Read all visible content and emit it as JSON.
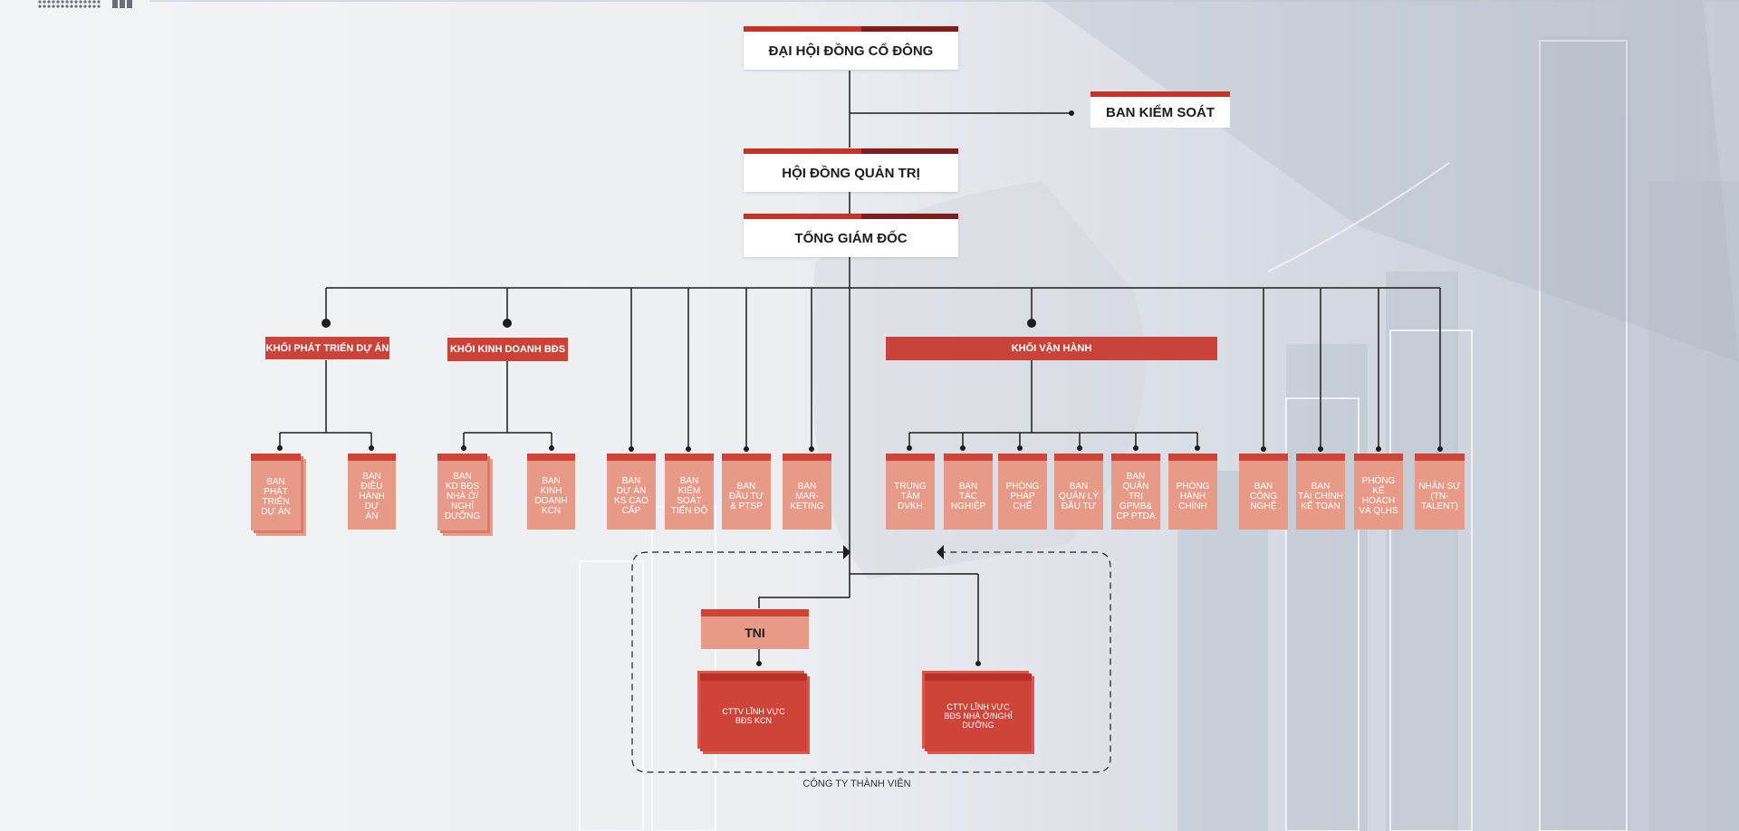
{
  "colors": {
    "accent": "#c9433a",
    "dark_accent": "#7a1f1c",
    "unit_fill": "#e79a87"
  },
  "top": {
    "shareholders": "ĐẠI HỘI ĐỒNG CỔ ĐÔNG",
    "supervisory": "BAN KIỂM SOÁT",
    "board": "HỘI ĐỒNG QUẢN TRỊ",
    "ceo": "TỔNG GIÁM ĐỐC"
  },
  "blocks": {
    "project_dev": "KHỐI PHÁT TRIỂN DỰ ÁN",
    "real_estate": "KHỐI KINH DOANH BĐS",
    "operations": "KHỐI VẬN HÀNH"
  },
  "units": {
    "u1": "BAN\nPHÁT TRIỂN\nDỰ ÁN",
    "u2": "BAN\nĐIỀU\nHÀNH\nDỰ\nÁN",
    "u3": "BAN\nKD BĐS\nNHÀ Ở/\nNGHỈ\nDƯỠNG",
    "u4": "BAN\nKINH\nDOANH\nKCN",
    "u5": "BAN\nDỰ ÁN\nKS CAO\nCẤP",
    "u6": "BAN\nKIỂM\nSOÁT\nTIẾN ĐỘ",
    "u7": "BAN\nĐẦU TƯ\n& PTSP",
    "u8": "BAN\nMAR-\nKETING",
    "u9": "TRUNG\nTÂM\nDVKH",
    "u10": "BAN\nTÁC\nNGHIỆP",
    "u11": "PHÒNG\nPHÁP\nCHẾ",
    "u12": "BAN\nQUẢN LÝ\nĐẦU TƯ",
    "u13": "BAN\nQUẢN\nTRỊ\nGPMB&\nCP PTDA",
    "u14": "PHÒNG\nHÀNH\nCHÍNH",
    "u15": "BAN\nCÔNG\nNGHỆ",
    "u16": "BAN\nTÀI CHÍNH\nKẾ TOÁN",
    "u17": "PHÒNG\nKẾ\nHOẠCH\nVÀ QLHS",
    "u18": "NHÂN SỰ\n(TN-\nTALENT)"
  },
  "subsidiaries": {
    "tni": "TNI",
    "industrial": "CTTV LĨNH VỰC\nBĐS KCN",
    "residential": "CTTV LĨNH VỰC\nBĐS NHÀ Ở/NGHỈ\nDƯỠNG",
    "caption": "CÔNG TY THÀNH VIÊN"
  }
}
